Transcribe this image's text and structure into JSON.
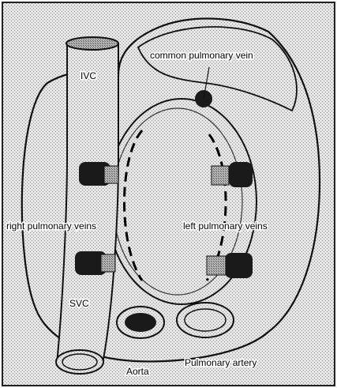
{
  "labels": {
    "ivc": "IVC",
    "common_pulmonary_vein": "common pulmonary vein",
    "right_pulmonary_veins": "right pulmonary veins",
    "left_pulmonary_veins": "left pulmonary veins",
    "svc": "SVC",
    "aorta": "Aorta",
    "pulmonary_artery": "Pulmonary artery"
  },
  "colors": {
    "background": "#ffffff",
    "stipple": "#cfcfcf",
    "outline": "#111111",
    "dark_vessel": "#1a1a1a"
  }
}
